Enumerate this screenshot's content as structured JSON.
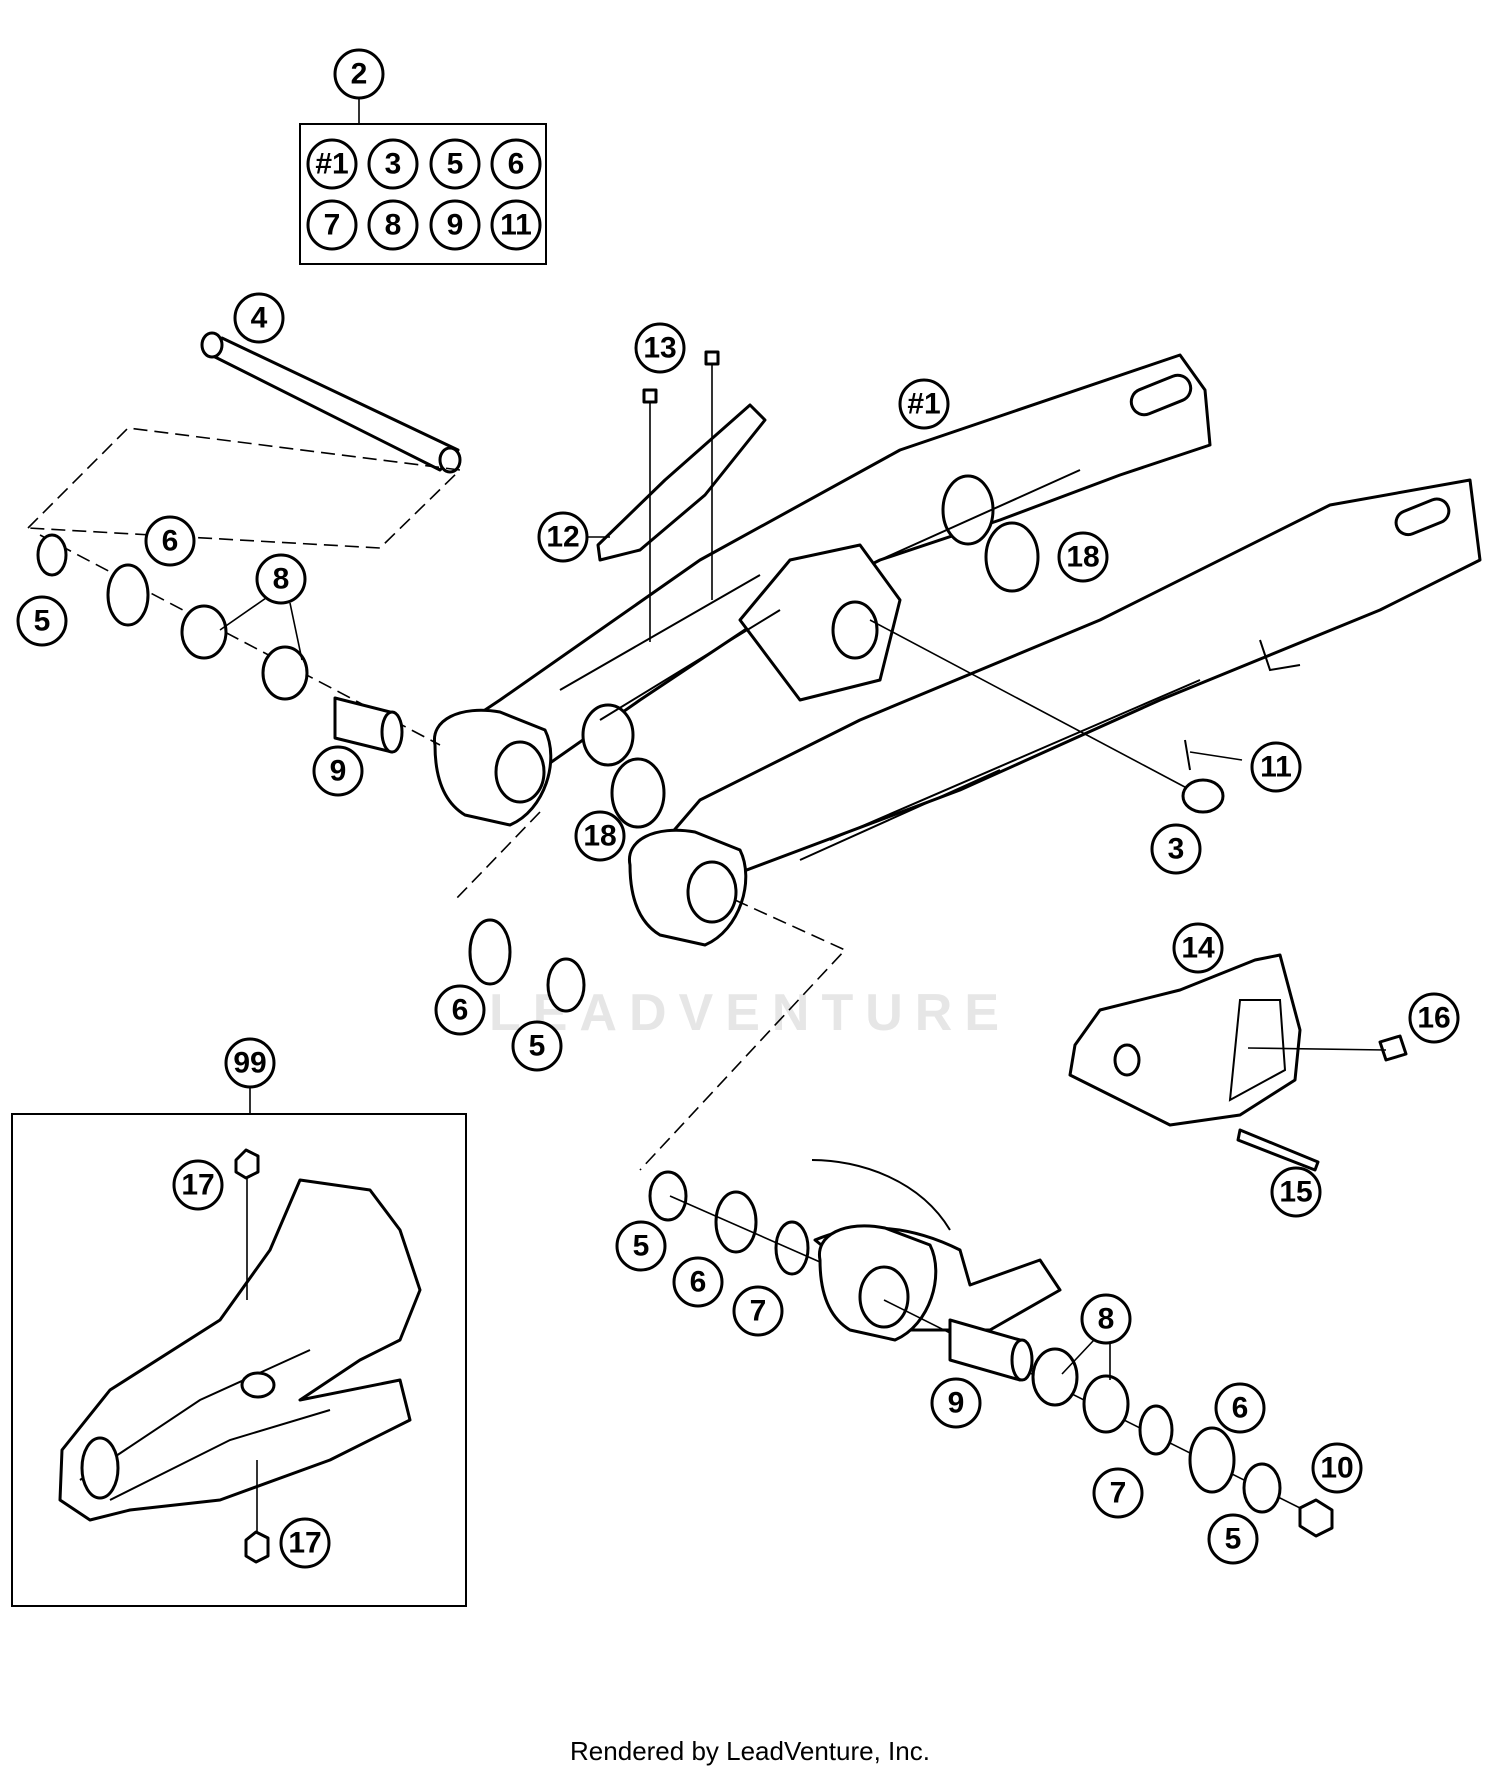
{
  "kit_contents": [
    "#1",
    "3",
    "5",
    "6",
    "7",
    "8",
    "9",
    "11"
  ],
  "callouts": {
    "kit": "2",
    "swingarm": "#1",
    "c3": "3",
    "c4": "4",
    "c5a": "5",
    "c5b": "5",
    "c5c": "5",
    "c5d": "5",
    "c6a": "6",
    "c6b": "6",
    "c6c": "6",
    "c6d": "6",
    "c7a": "7",
    "c7b": "7",
    "c8a": "8",
    "c8b": "8",
    "c9a": "9",
    "c9b": "9",
    "c10": "10",
    "c11": "11",
    "c12": "12",
    "c13": "13",
    "c14": "14",
    "c15": "15",
    "c16": "16",
    "c17a": "17",
    "c17b": "17",
    "c18a": "18",
    "c18b": "18",
    "c99": "99"
  },
  "watermark": "LEADVENTURE",
  "footer": "Rendered by LeadVenture, Inc."
}
